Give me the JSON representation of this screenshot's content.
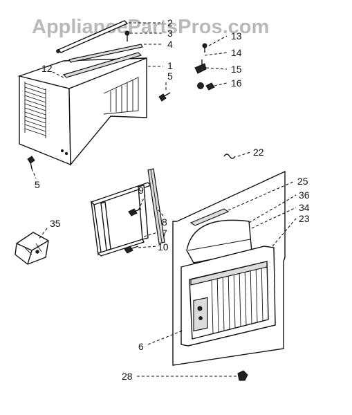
{
  "watermark": "AppliancePartsPros.com",
  "callouts": {
    "n2": "2",
    "n3": "3",
    "n4": "4",
    "n1": "1",
    "n5a": "5",
    "n12": "12",
    "n13": "13",
    "n14": "14",
    "n15": "15",
    "n16": "16",
    "n5b": "5",
    "n22": "22",
    "n25": "25",
    "n36": "36",
    "n34": "34",
    "n23": "23",
    "n35": "35",
    "n9": "9",
    "n8": "8",
    "n7": "7",
    "n10": "10",
    "n6": "6",
    "n28": "28"
  },
  "colors": {
    "ink": "#111111",
    "watermark": "#b9b9b9",
    "background": "#ffffff"
  }
}
